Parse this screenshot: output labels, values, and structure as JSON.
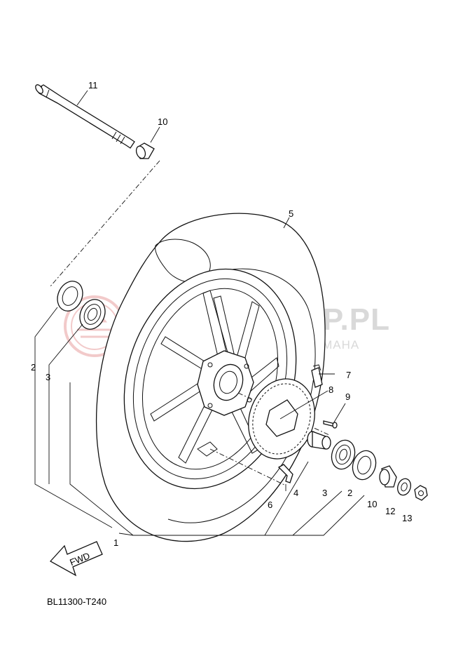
{
  "watermark": {
    "main": "YAMASKLEP.PL",
    "sub": "WIELKOPOLSKI DEALER YAMAHA"
  },
  "callouts": [
    "1",
    "2",
    "3",
    "4",
    "5",
    "6",
    "7",
    "8",
    "9",
    "10",
    "11",
    "12",
    "13"
  ],
  "arrow_label": "FWD",
  "diagram_code": "BL11300-T240"
}
